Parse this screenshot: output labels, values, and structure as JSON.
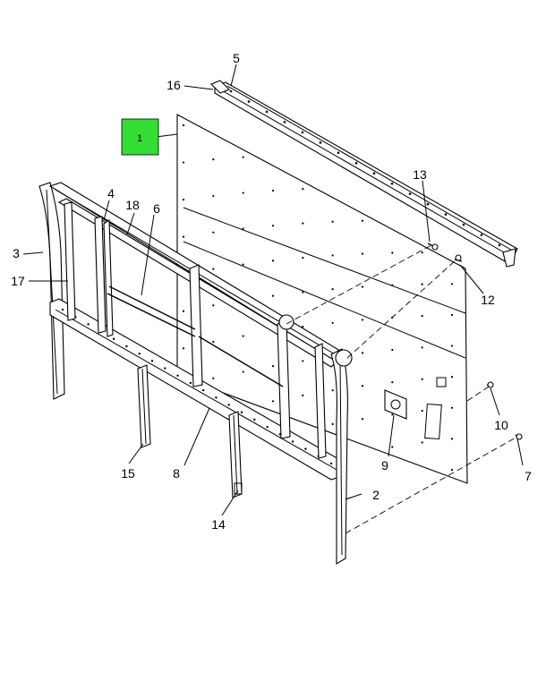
{
  "callouts": [
    {
      "id": "c1",
      "text": "1",
      "highlighted": true
    },
    {
      "id": "c2",
      "text": "2"
    },
    {
      "id": "c3",
      "text": "3"
    },
    {
      "id": "c4",
      "text": "4"
    },
    {
      "id": "c5",
      "text": "5"
    },
    {
      "id": "c6",
      "text": "6"
    },
    {
      "id": "c7",
      "text": "7"
    },
    {
      "id": "c8",
      "text": "8"
    },
    {
      "id": "c9",
      "text": "9"
    },
    {
      "id": "c10",
      "text": "10"
    },
    {
      "id": "c12",
      "text": "12"
    },
    {
      "id": "c13",
      "text": "13"
    },
    {
      "id": "c14",
      "text": "14"
    },
    {
      "id": "c15",
      "text": "15"
    },
    {
      "id": "c16",
      "text": "16"
    },
    {
      "id": "c17",
      "text": "17"
    },
    {
      "id": "c18",
      "text": "18"
    }
  ],
  "colors": {
    "highlight": "#33dd33",
    "line": "#000000",
    "background": "#ffffff"
  }
}
